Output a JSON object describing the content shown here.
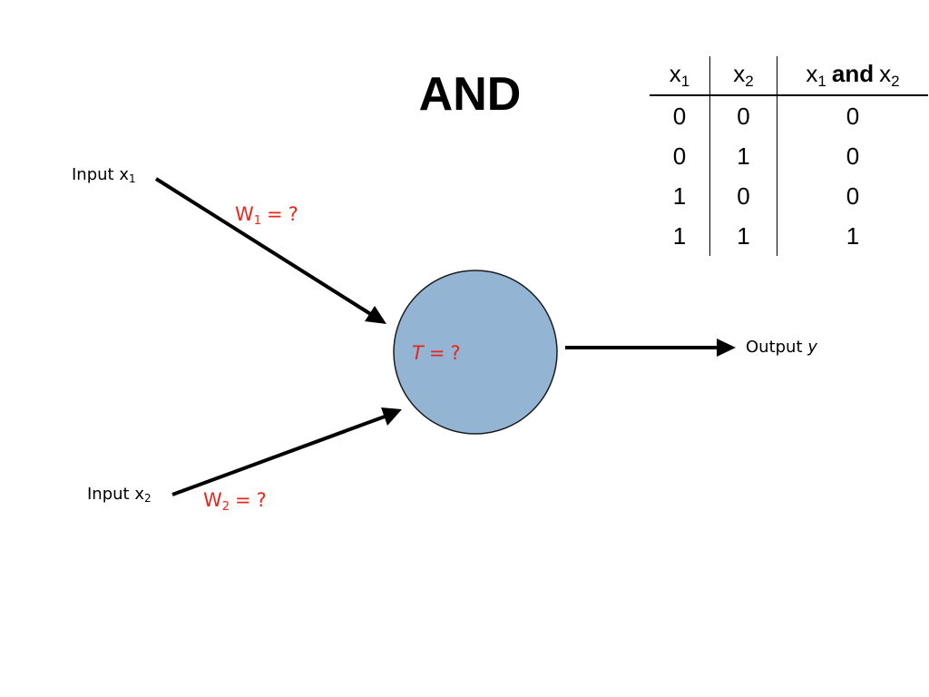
{
  "title": "AND",
  "inputs": [
    {
      "prefix": "Input x",
      "subscript": "1"
    },
    {
      "prefix": "Input x",
      "subscript": "2"
    }
  ],
  "weights": [
    {
      "symbol": "W",
      "subscript": "1",
      "equals": "=",
      "value": "?"
    },
    {
      "symbol": "W",
      "subscript": "2",
      "equals": "=",
      "value": "?"
    }
  ],
  "threshold": {
    "symbol": "T",
    "equals": "=",
    "value": "?"
  },
  "output": {
    "prefix": "Output ",
    "variable": "y"
  },
  "colors": {
    "neuron_fill": "#94b4d3",
    "neuron_stroke": "#1a1a1a",
    "weight_text": "#e8261c",
    "arrow": "#000000"
  },
  "truth_table": {
    "headers": [
      {
        "var": "x",
        "sub": "1"
      },
      {
        "var": "x",
        "sub": "2"
      },
      {
        "var_a": "x",
        "sub_a": "1",
        "op": "and",
        "var_b": "x",
        "sub_b": "2"
      }
    ],
    "rows": [
      [
        "0",
        "0",
        "0"
      ],
      [
        "0",
        "1",
        "0"
      ],
      [
        "1",
        "0",
        "0"
      ],
      [
        "1",
        "1",
        "1"
      ]
    ]
  }
}
